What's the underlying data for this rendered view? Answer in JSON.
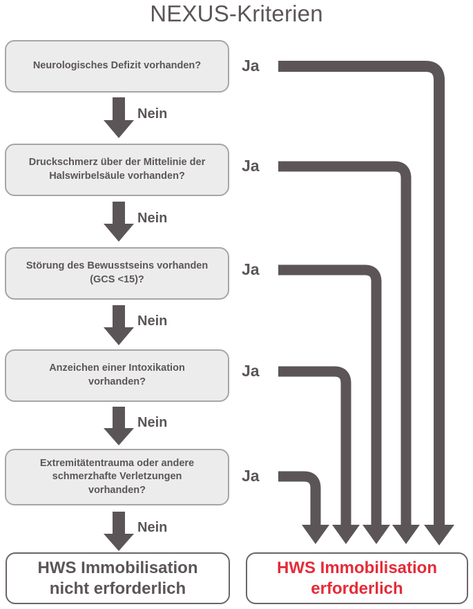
{
  "title": "NEXUS-Kriterien",
  "colors": {
    "stroke": "#5b5558",
    "box_fill": "#ececed",
    "box_border": "#a7a5a6",
    "result_border": "#6b6468",
    "text": "#5b5558",
    "alert_red": "#e52b38",
    "background": "#ffffff"
  },
  "questions": [
    {
      "id": "q1",
      "line1": "Neurologisches Defizit vorhanden?",
      "line2": "",
      "line3": "",
      "yes_label": "Ja",
      "no_label": "Nein"
    },
    {
      "id": "q2",
      "line1": "Druckschmerz über der Mittelinie der",
      "line2": "Halswirbelsäule vorhanden?",
      "line3": "",
      "yes_label": "Ja",
      "no_label": "Nein"
    },
    {
      "id": "q3",
      "line1": "Störung des Bewusstseins vorhanden",
      "line2": "(GCS <15)?",
      "line3": "",
      "yes_label": "Ja",
      "no_label": "Nein"
    },
    {
      "id": "q4",
      "line1": "Anzeichen einer Intoxikation",
      "line2": "vorhanden?",
      "line3": "",
      "yes_label": "Ja",
      "no_label": "Nein"
    },
    {
      "id": "q5",
      "line1": "Extremitätentrauma oder andere",
      "line2": "schmerzhafte Verletzungen",
      "line3": "vorhanden?",
      "yes_label": "Ja",
      "no_label": "Nein"
    }
  ],
  "results": {
    "negative": {
      "line1": "HWS Immobilisation",
      "line2": "nicht erforderlich"
    },
    "positive": {
      "line1": "HWS Immobilisation",
      "line2": "erforderlich"
    }
  }
}
